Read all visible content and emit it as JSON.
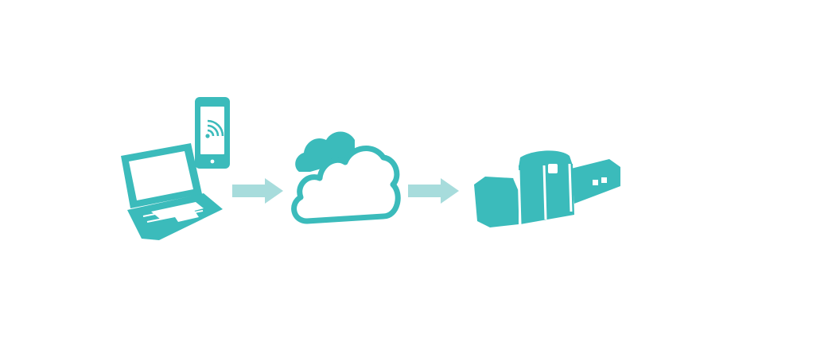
{
  "colors": {
    "teal": "#3bbbbb",
    "arrow": "#a7dcdc",
    "background": "#ffffff"
  },
  "diagram": {
    "nodes": [
      {
        "icon": "laptop-icon"
      },
      {
        "icon": "phone-icon"
      },
      {
        "icon": "cloud-icon"
      },
      {
        "icon": "machine-icon"
      }
    ],
    "connectors": [
      {
        "from": "devices",
        "to": "cloud"
      },
      {
        "from": "cloud",
        "to": "machine"
      }
    ]
  }
}
